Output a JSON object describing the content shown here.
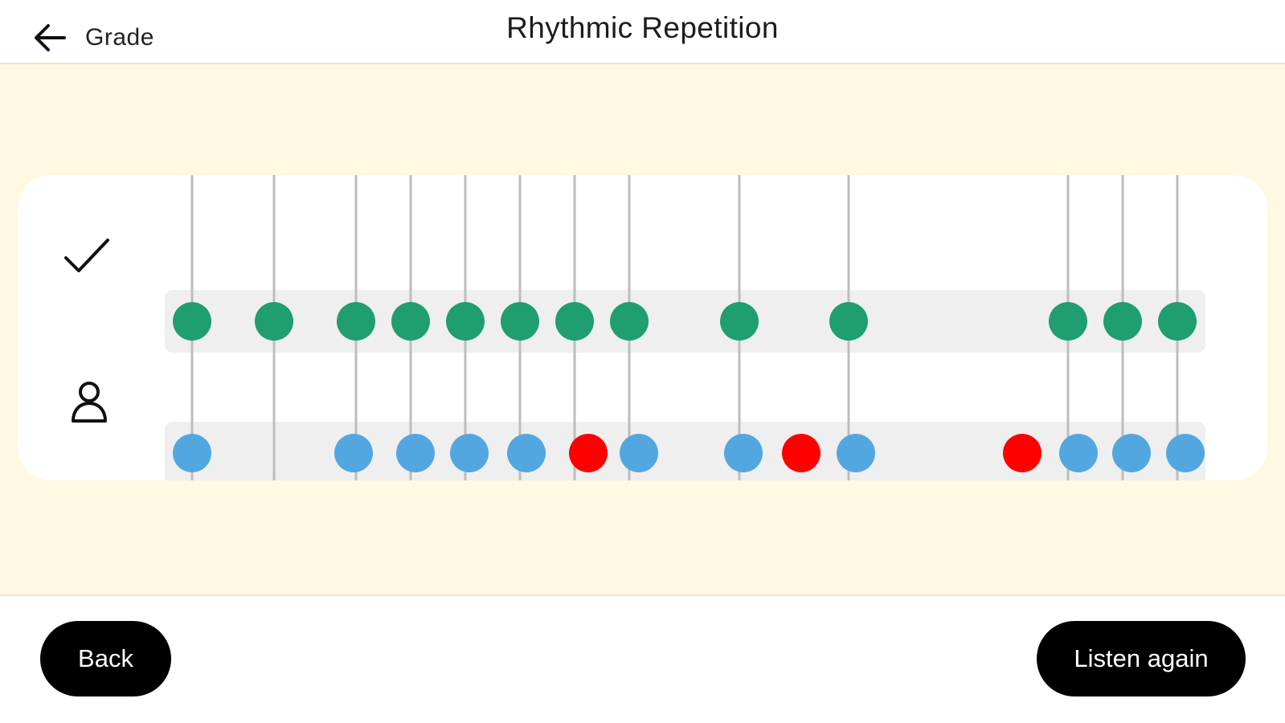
{
  "header": {
    "back_label": "Grade",
    "title": "Rhythmic Repetition"
  },
  "icons": {
    "back": "arrow-left-icon",
    "reference_row": "checkmark-icon",
    "user_row": "person-icon"
  },
  "colors": {
    "stage_background": "#fef9e0",
    "reference_beat": "#1f9e70",
    "user_beat_correct": "#52a7e0",
    "user_beat_wrong": "#ff0000",
    "guide_line": "#bdbdbd",
    "track_background": "#efefef"
  },
  "rhythm": {
    "reference_beats": [
      1,
      2,
      3,
      4,
      5,
      6,
      7,
      8,
      9,
      10,
      11,
      12,
      13
    ],
    "user_taps": [
      {
        "result": "correct"
      },
      {
        "result": "correct"
      },
      {
        "result": "correct"
      },
      {
        "result": "correct"
      },
      {
        "result": "correct"
      },
      {
        "result": "wrong"
      },
      {
        "result": "correct"
      },
      {
        "result": "correct"
      },
      {
        "result": "wrong"
      },
      {
        "result": "correct"
      },
      {
        "result": "wrong"
      },
      {
        "result": "correct"
      },
      {
        "result": "correct"
      },
      {
        "result": "correct"
      }
    ]
  },
  "footer": {
    "back_button": "Back",
    "listen_again_button": "Listen again"
  }
}
